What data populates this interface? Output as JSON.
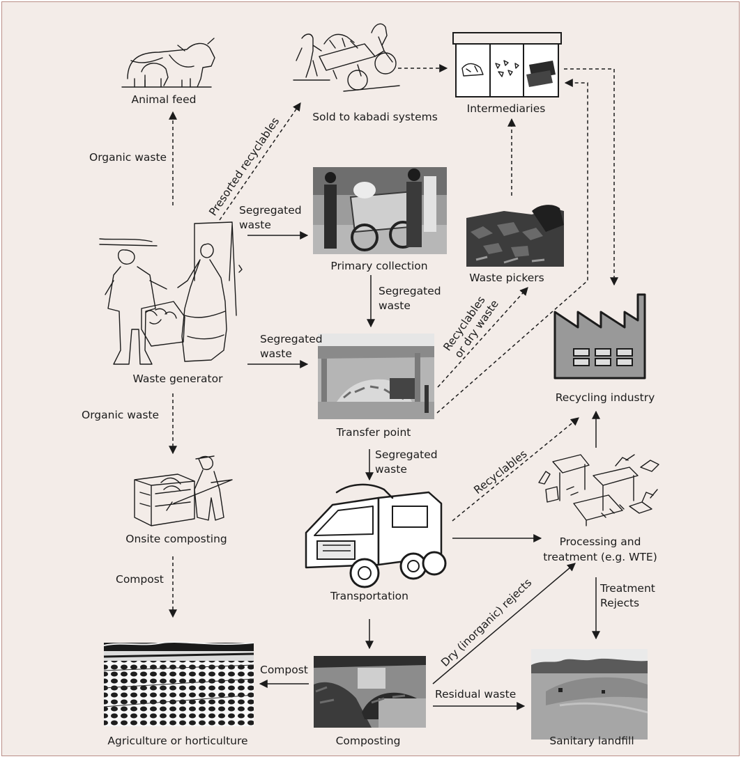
{
  "nodes": {
    "animal_feed": "Animal feed",
    "kabadi": "Sold to kabadi systems",
    "intermediaries": "Intermediaries",
    "primary_collection": "Primary collection",
    "waste_pickers": "Waste pickers",
    "waste_generator": "Waste generator",
    "transfer_point": "Transfer point",
    "recycling_industry": "Recycling industry",
    "onsite_composting": "Onsite composting",
    "transportation": "Transportation",
    "processing_1": "Processing and",
    "processing_2": "treatment (e.g. WTE)",
    "agriculture": "Agriculture or horticulture",
    "composting": "Composting",
    "landfill": "Sanitary landfill"
  },
  "edges": {
    "organic_waste_top": "Organic waste",
    "presorted": "Presorted recyclables",
    "seg_1a": "Segregated",
    "seg_1b": "waste",
    "seg_2a": "Segregated",
    "seg_2b": "waste",
    "seg_3a": "Segregated",
    "seg_3b": "waste",
    "seg_4a": "Segregated",
    "seg_4b": "waste",
    "recyc_dry_1": "Recyclables",
    "recyc_dry_2": "or dry waste",
    "organic_waste_bottom": "Organic waste",
    "recyclables": "Recyclables",
    "compost_left": "Compost",
    "dry_rejects": "Dry (inorganic) rejects",
    "treatment_1": "Treatment",
    "treatment_2": "Rejects",
    "compost_bottom": "Compost",
    "residual": "Residual waste"
  }
}
